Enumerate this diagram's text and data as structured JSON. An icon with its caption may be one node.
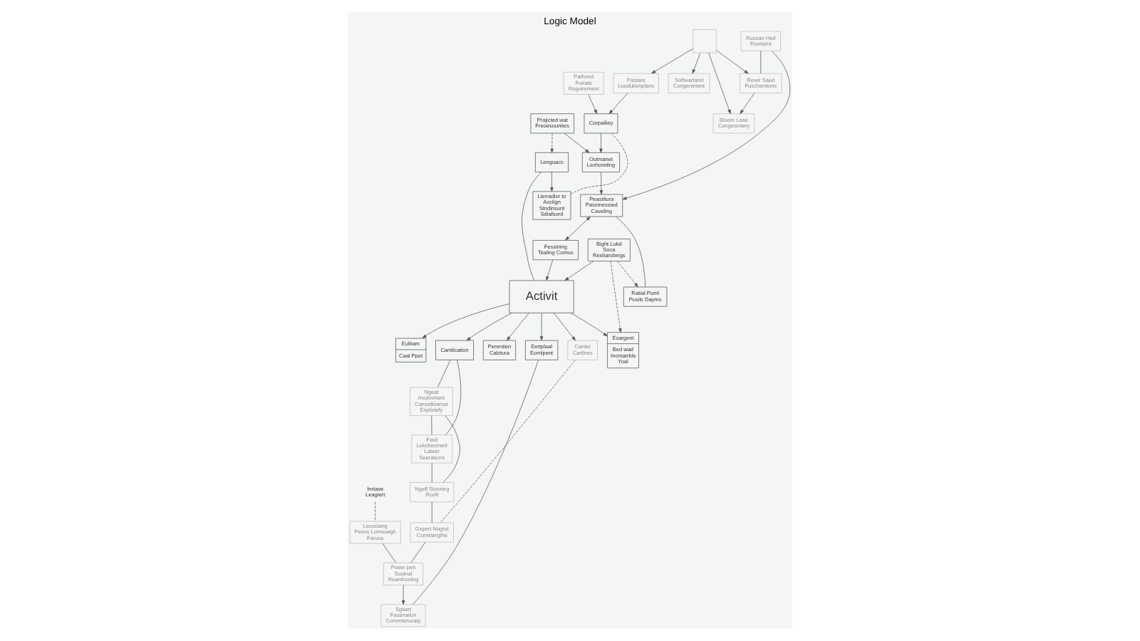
{
  "diagram": {
    "title": "Logic Model",
    "nodes": [
      {
        "text": [
          "Activit"
        ]
      },
      {
        "text": [
          "Eulitam",
          "Caal Ppet"
        ]
      },
      {
        "text": [
          "Lenguacs"
        ]
      },
      {
        "text": [
          "Cantilcation"
        ]
      },
      {
        "text": [
          "Lierradior to Aoclign Stndinsunt Sdiafsord"
        ]
      },
      {
        "text": [
          "Prajicted wat Freoesounites"
        ]
      },
      {
        "text": [
          "Fessining Tealing Comus"
        ]
      },
      {
        "text": [
          "Bight Lukd Soca Reeliandwrgs"
        ]
      },
      {
        "text": [
          "Esargent",
          "Bed wad Incmarrble Yoal"
        ]
      },
      {
        "text": [
          "Perentien Calctura"
        ]
      },
      {
        "text": [
          "Eertplaal Eornlpent"
        ]
      },
      {
        "text": [
          "Inrtave Leagiert"
        ]
      },
      {
        "text": [
          "Canter Cartlnes"
        ]
      },
      {
        "text": [
          "Corpailiey"
        ]
      },
      {
        "text": [
          "Outmanet Leshoreting"
        ]
      },
      {
        "text": [
          "Peastitura Passmessied Caveling"
        ]
      },
      {
        "text": [
          "Ratial Puml Pusils Dayms"
        ]
      },
      {
        "text": [
          "Pathond Fuirate Roguirement"
        ]
      },
      {
        "text": [
          "Pastare Luudutionplans"
        ]
      },
      {
        "text": [
          "Softwartand Congeninient"
        ]
      },
      {
        "text": [],
        "shape": "box"
      },
      {
        "text": [
          "Russan Hed Fovrtand"
        ]
      },
      {
        "text": [
          "Rewir Saud Fuschentions"
        ]
      },
      {
        "text": [
          "Bloom Leae Congesmiery"
        ]
      },
      {
        "text": [
          "Ngeat modovriant Camotibiamet Expliziefy"
        ]
      },
      {
        "text": [
          "Fasil Lekshesmert Lateer Seerations"
        ]
      },
      {
        "text": [
          "Ngefl Stoonirg Rooft"
        ]
      },
      {
        "text": [
          "Gxpert Nogrst Cometergthe"
        ]
      },
      {
        "text": [
          "Leossiang Peess Lomsuegh Faruse"
        ]
      },
      {
        "text": [
          "Poeer pen Sosinal Reanthoning"
        ]
      },
      {
        "text": [
          "Sgeart Fausnalion Commienuraty"
        ]
      }
    ],
    "edges": [
      {
        "from": 0,
        "to": 1,
        "arrow": "to"
      },
      {
        "from": 2,
        "to": 0,
        "arrow": "none"
      },
      {
        "from": 2,
        "to": 4,
        "arrow": "to"
      },
      {
        "from": 5,
        "to": 2,
        "arrow": "to",
        "style": "dashed"
      },
      {
        "from": 6,
        "to": 0,
        "arrow": "to"
      },
      {
        "from": 0,
        "to": 3,
        "arrow": "to"
      },
      {
        "from": 0,
        "to": 12,
        "arrow": "to"
      },
      {
        "from": 0,
        "to": 8,
        "arrow": "to"
      },
      {
        "from": 0,
        "to": 9,
        "arrow": "to"
      },
      {
        "from": 0,
        "to": 10,
        "arrow": "to"
      },
      {
        "from": 7,
        "to": 0,
        "arrow": "to"
      },
      {
        "from": 7,
        "to": 8,
        "arrow": "to",
        "style": "dashed"
      },
      {
        "from": 11,
        "to": 28,
        "arrow": "none",
        "style": "dashed"
      },
      {
        "from": 15,
        "to": 6,
        "arrow": "both"
      },
      {
        "from": 13,
        "to": 4,
        "arrow": "none",
        "style": "dashed"
      },
      {
        "from": 17,
        "to": 13,
        "arrow": "to"
      },
      {
        "from": 18,
        "to": 13,
        "arrow": "to"
      },
      {
        "from": 13,
        "to": 14,
        "arrow": "to"
      },
      {
        "from": 5,
        "to": 14,
        "arrow": "to"
      },
      {
        "from": 14,
        "to": 15,
        "arrow": "to"
      },
      {
        "from": 21,
        "to": 15,
        "arrow": "to"
      },
      {
        "from": 15,
        "to": 16,
        "arrow": "none"
      },
      {
        "from": 7,
        "to": 16,
        "arrow": "to",
        "style": "dashed"
      },
      {
        "from": 20,
        "to": 19,
        "arrow": "to"
      },
      {
        "from": 20,
        "to": 18,
        "arrow": "to"
      },
      {
        "from": 20,
        "to": 22,
        "arrow": "to"
      },
      {
        "from": 20,
        "to": 23,
        "arrow": "to"
      },
      {
        "from": 21,
        "to": 22,
        "arrow": "none"
      },
      {
        "from": 22,
        "to": 23,
        "arrow": "to"
      },
      {
        "from": 3,
        "to": 24,
        "arrow": "none"
      },
      {
        "from": 3,
        "to": 25,
        "arrow": "none"
      },
      {
        "from": 24,
        "to": 25,
        "arrow": "none"
      },
      {
        "from": 25,
        "to": 26,
        "arrow": "none"
      },
      {
        "from": 24,
        "to": 26,
        "arrow": "none"
      },
      {
        "from": 26,
        "to": 27,
        "arrow": "none"
      },
      {
        "from": 12,
        "to": 27,
        "arrow": "none",
        "style": "dashed"
      },
      {
        "from": 27,
        "to": 29,
        "arrow": "none"
      },
      {
        "from": 28,
        "to": 29,
        "arrow": "none"
      },
      {
        "from": 29,
        "to": 30,
        "arrow": "to"
      },
      {
        "from": 30,
        "to": 10,
        "arrow": "none"
      }
    ]
  }
}
